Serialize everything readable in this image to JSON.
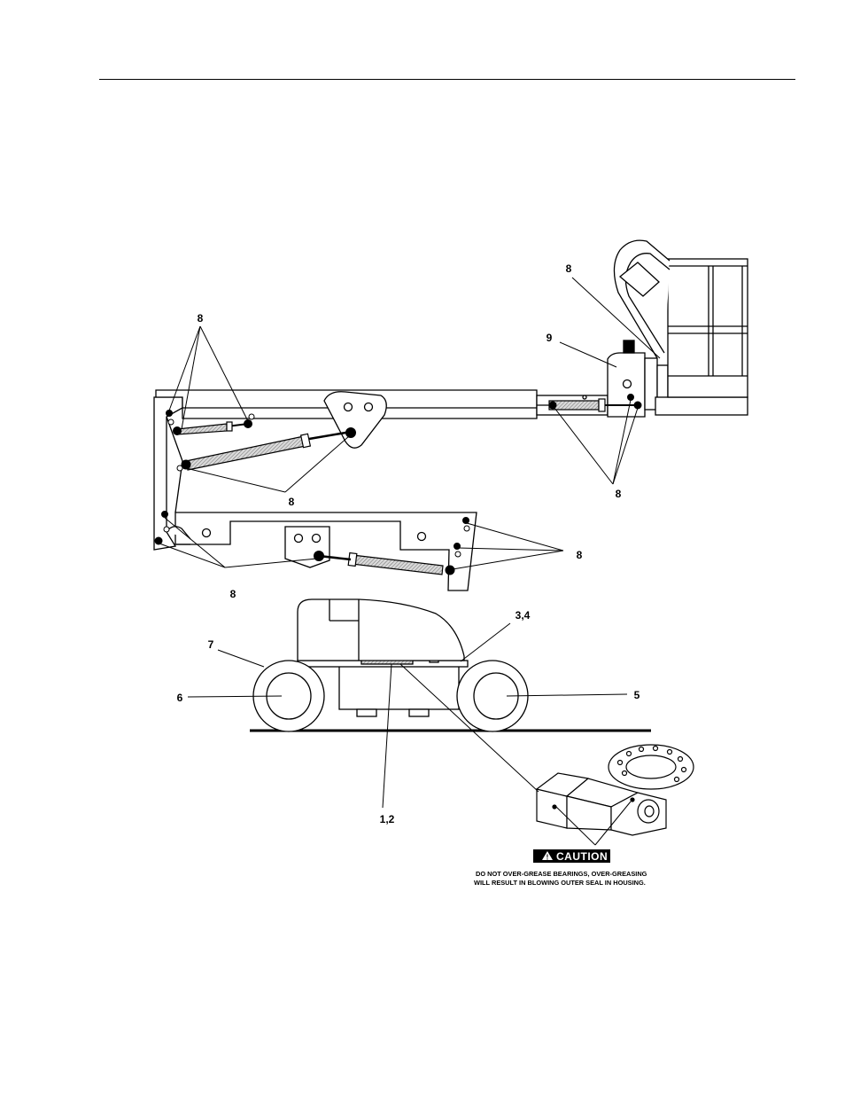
{
  "callouts": {
    "c_1_2": "1,2",
    "c_3_4": "3,4",
    "c_5": "5",
    "c_6": "6",
    "c_7": "7",
    "c_8": "8",
    "c_9": "9"
  },
  "caution": {
    "label": "CAUTION",
    "line1": "DO NOT OVER-GREASE BEARINGS, OVER-GREASING",
    "line2": "WILL RESULT IN BLOWING OUTER SEAL IN HOUSING."
  }
}
